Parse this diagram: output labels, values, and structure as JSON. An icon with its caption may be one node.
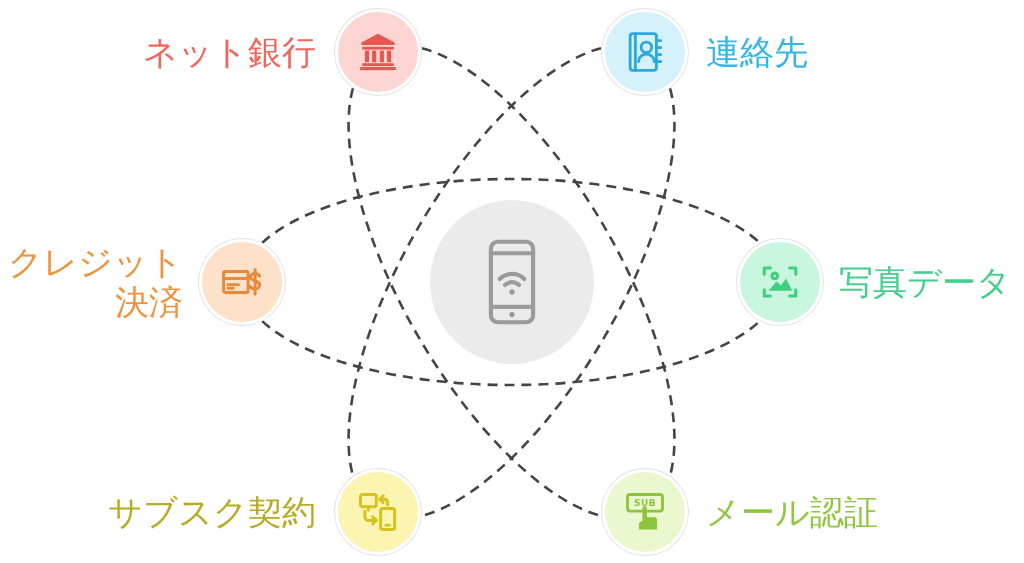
{
  "diagram": {
    "nodes": [
      {
        "text": [
          "ネット銀行"
        ]
      },
      {
        "text": [
          "連絡先"
        ]
      },
      {
        "text": [
          "クレジット決済"
        ]
      },
      {
        "text": [],
        "shape": "circle"
      },
      {
        "text": [
          "写真データ"
        ]
      },
      {
        "text": [
          "サブスク契約"
        ]
      },
      {
        "text": [
          "メール認証"
        ]
      }
    ],
    "edges": [
      {
        "from": 0,
        "to": 6,
        "arrow": "none",
        "style": "dashed"
      },
      {
        "from": 0,
        "to": 6,
        "arrow": "none",
        "style": "dashed"
      },
      {
        "from": 1,
        "to": 5,
        "arrow": "none",
        "style": "dashed"
      },
      {
        "from": 1,
        "to": 5,
        "arrow": "none",
        "style": "dashed"
      },
      {
        "from": 2,
        "to": 4,
        "arrow": "none",
        "style": "dashed"
      },
      {
        "from": 2,
        "to": 4,
        "arrow": "none",
        "style": "dashed"
      }
    ],
    "labels": [
      "SUB"
    ]
  }
}
